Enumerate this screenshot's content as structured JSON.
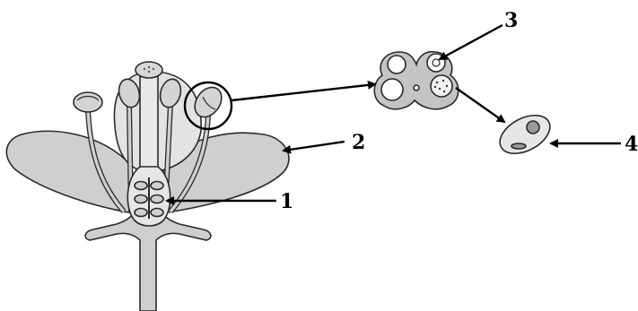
{
  "figure": {
    "callouts": [
      {
        "id": "1",
        "label": "1"
      },
      {
        "id": "2",
        "label": "2"
      },
      {
        "id": "3",
        "label": "3"
      },
      {
        "id": "4",
        "label": "4"
      }
    ]
  },
  "colors": {
    "petal_fill": "#cfcfcf",
    "light_fill": "#e6e6e6",
    "stroke": "#2a2a2a",
    "background": "#ffffff"
  }
}
